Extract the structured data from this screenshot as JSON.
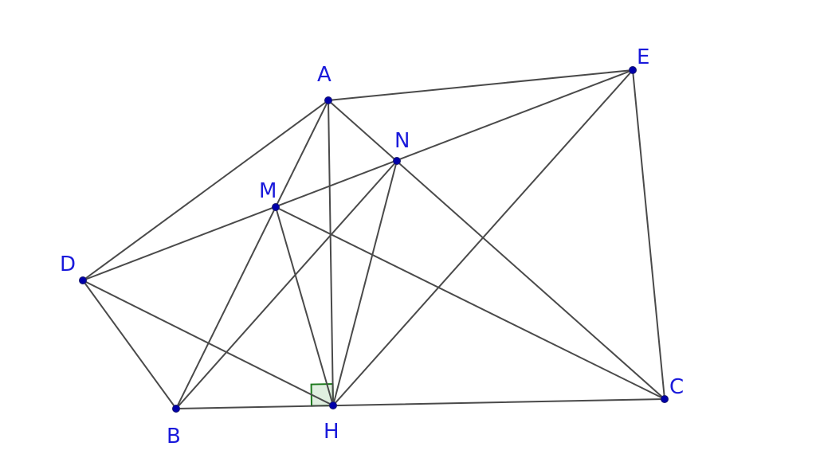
{
  "figure": {
    "colors": {
      "segment": "#4a4a4a",
      "point": "#0000aa",
      "label": "#1a1adb",
      "right_angle_marker": "#1e7a1e"
    },
    "points": [
      {
        "name": "A",
        "label": "A"
      },
      {
        "name": "B",
        "label": "B"
      },
      {
        "name": "C",
        "label": "C"
      },
      {
        "name": "D",
        "label": "D"
      },
      {
        "name": "E",
        "label": "E"
      },
      {
        "name": "H",
        "label": "H"
      },
      {
        "name": "M",
        "label": "M"
      },
      {
        "name": "N",
        "label": "N"
      }
    ],
    "segments": [
      [
        "A",
        "B"
      ],
      [
        "A",
        "C"
      ],
      [
        "A",
        "D"
      ],
      [
        "A",
        "E"
      ],
      [
        "A",
        "H"
      ],
      [
        "B",
        "C"
      ],
      [
        "B",
        "D"
      ],
      [
        "B",
        "N"
      ],
      [
        "C",
        "E"
      ],
      [
        "C",
        "M"
      ],
      [
        "D",
        "H"
      ],
      [
        "D",
        "E"
      ],
      [
        "E",
        "H"
      ],
      [
        "H",
        "M"
      ],
      [
        "H",
        "N"
      ]
    ],
    "right_angle": {
      "vertex": "H",
      "between": [
        "A",
        "B"
      ]
    }
  }
}
